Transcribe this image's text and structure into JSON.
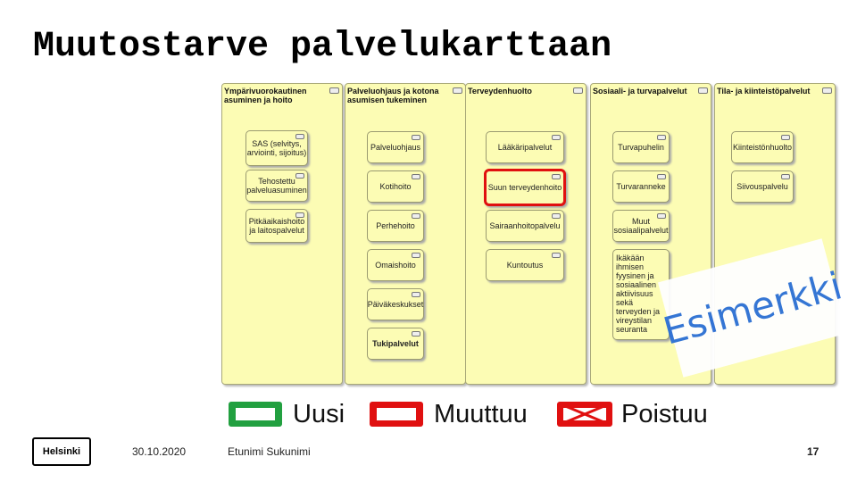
{
  "title": "Muutostarve palvelukarttaan",
  "columns": [
    {
      "header": "Ympärivuorokautinen asuminen ja hoito",
      "items": [
        "SAS (selvitys, arviointi, sijoitus)",
        "Tehostettu palveluasuminen",
        "Pitkäaikaishoito ja laitospalvelut"
      ]
    },
    {
      "header": "Palveluohjaus ja kotona asumisen tukeminen",
      "items": [
        "Palveluohjaus",
        "Kotihoito",
        "Perhehoito",
        "Omaishoito",
        "Päiväkeskukset",
        "Tukipalvelut"
      ]
    },
    {
      "header": "Terveydenhuolto",
      "items": [
        "Lääkäripalvelut",
        "Suun terveydenhoito",
        "Sairaanhoitopalvelu",
        "Kuntoutus"
      ]
    },
    {
      "header": "Sosiaali- ja turvapalvelut",
      "items": [
        "Turvapuhelin",
        "Turvaranneke",
        "Muut sosiaalipalvelut",
        "Ikäkään ihmisen fyysinen ja sosiaalinen aktiivisuus sekä terveyden ja vireystilan seuranta"
      ]
    },
    {
      "header": "Tila- ja kiinteistöpalvelut",
      "items": [
        "Kiinteistönhuolto",
        "Siivouspalvelu"
      ]
    }
  ],
  "watermark": "Esimerkki",
  "legend": {
    "new": "Uusi",
    "changed": "Muuttuu",
    "removed": "Poistuu"
  },
  "colors": {
    "new": "#22a040",
    "changed": "#e01010",
    "removed": "#e01010",
    "box": "#fcfcb4"
  },
  "footer": {
    "logo": "Helsinki",
    "date": "30.10.2020",
    "author": "Etunimi Sukunimi",
    "page": "17"
  }
}
